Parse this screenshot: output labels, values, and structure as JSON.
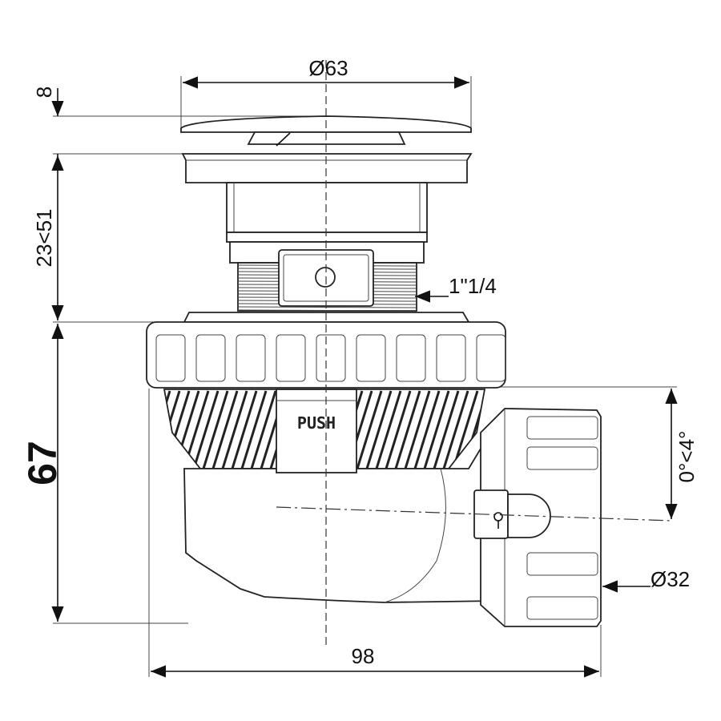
{
  "drawing": {
    "dimensions": {
      "cap_diameter": "Ø63",
      "cap_height": "8",
      "adjust_range": "23<51",
      "thread": "1\"1/4",
      "body_height": "67",
      "outlet_angle": "0°<4°",
      "outlet_diameter": "Ø32",
      "overall_width": "98"
    },
    "button_label": "PUSH"
  }
}
